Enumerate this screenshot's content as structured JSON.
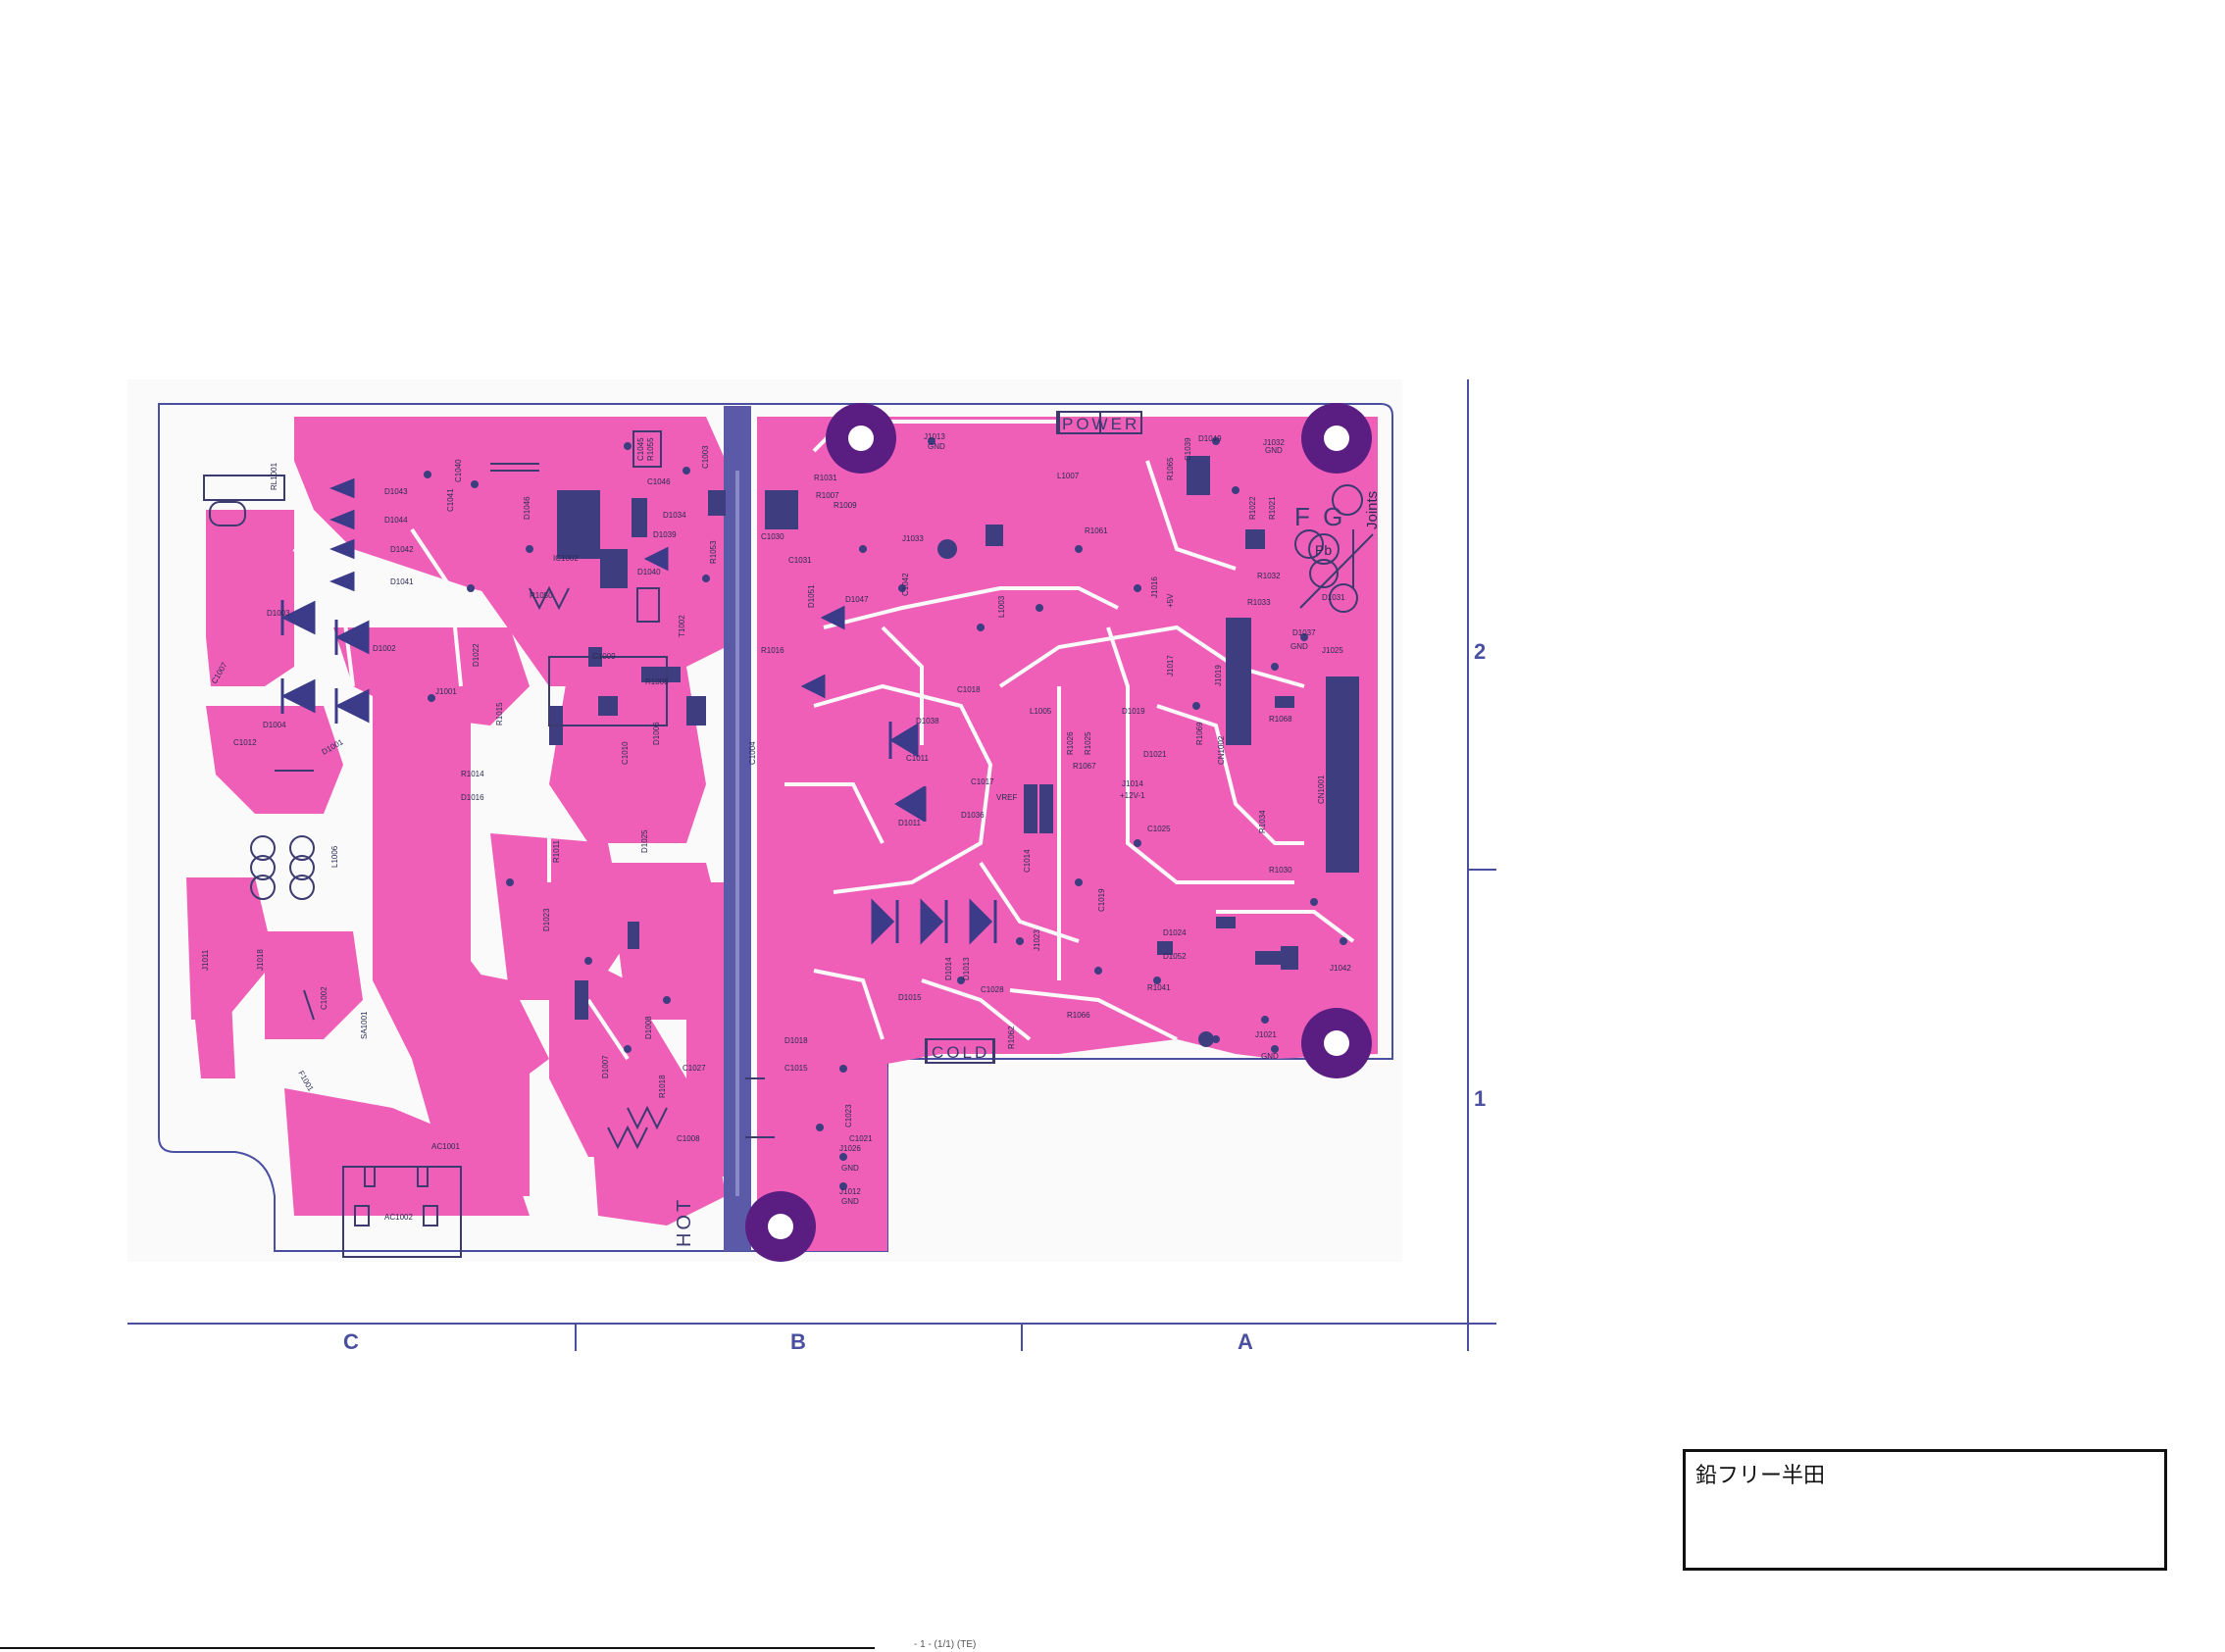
{
  "frame": {
    "columns": [
      "C",
      "B",
      "A"
    ],
    "rows": [
      "2",
      "1"
    ]
  },
  "silkscreen": {
    "power": "POWER",
    "cold": "COLD",
    "hot": "HOT",
    "pb_mark": "Pb",
    "joints": "Joints",
    "fg": "F G"
  },
  "components": [
    "RL1001",
    "D1043",
    "D1044",
    "D1042",
    "D1041",
    "D1003",
    "D1002",
    "D1004",
    "D1001",
    "C1007",
    "C1012",
    "L1006",
    "J1011",
    "J1018",
    "C1002",
    "SA1001",
    "F1001",
    "AC1001",
    "AC1002",
    "C1040",
    "C1041",
    "D1046",
    "C1045",
    "R1055",
    "IC1002",
    "C1046",
    "D1034",
    "D1039",
    "D1040",
    "R1053",
    "T1002",
    "R1050",
    "D1022",
    "J1001",
    "R1014",
    "D1016",
    "R1015",
    "C1009",
    "R1008",
    "D1006",
    "C1010",
    "R1016",
    "C1004",
    "C1003",
    "R1031",
    "R1009",
    "R1007",
    "C1030",
    "C1031",
    "D1051",
    "D1047",
    "J1013",
    "J1033",
    "C1042",
    "L1003",
    "L1007",
    "R1061",
    "R1065",
    "J1032",
    "C1039",
    "D1049",
    "R1022",
    "R1021",
    "R1032",
    "R1033",
    "D1031",
    "D1037",
    "J1025",
    "R1068",
    "CN1001",
    "CN1002",
    "J1019",
    "J1017",
    "J1016",
    "D1019",
    "L1005",
    "R1026",
    "R1025",
    "R1067",
    "J1014",
    "D1021",
    "R1069",
    "C1017",
    "C1018",
    "C1011",
    "D1038",
    "D1011",
    "D1036",
    "D1014",
    "D1013",
    "D1015",
    "C1014",
    "C1019",
    "C1025",
    "R1034",
    "R1030",
    "D1024",
    "D1052",
    "R1041",
    "J1023",
    "C1028",
    "R1062",
    "R1066",
    "J1021",
    "J1042",
    "C1027",
    "C1023",
    "D1018",
    "C1015",
    "C1021",
    "J1026",
    "J1012",
    "C1008",
    "D1007",
    "R1018",
    "D1023",
    "D1008",
    "R1011",
    "D1025"
  ],
  "labels": {
    "gnd": "GND",
    "vref": "VREF",
    "v12": "+12V-1",
    "v5": "+5V"
  },
  "note": {
    "text": "鉛フリー半田"
  },
  "footer": {
    "text": "- 1 - (1/1) (TE)"
  },
  "colors": {
    "copper": "#ef5fb8",
    "ground_bar": "#5a5aa8",
    "mounting_hole": "#5a1e82",
    "outline": "#4a4fa0",
    "component_fill": "#3d3d80"
  }
}
